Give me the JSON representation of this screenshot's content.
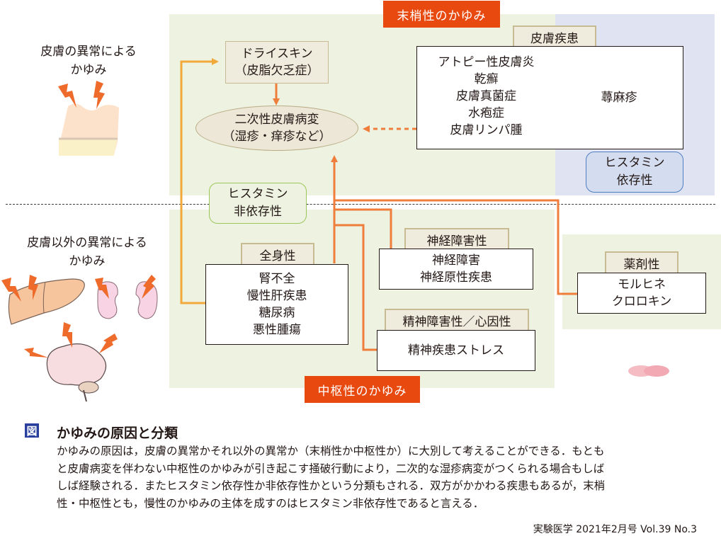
{
  "diagram": {
    "peripheral_title": "末梢性のかゆみ",
    "central_title": "中枢性のかゆみ",
    "left_labels": {
      "skin": [
        "皮膚の異常による",
        "かゆみ"
      ],
      "non_skin": [
        "皮膚以外の異常による",
        "かゆみ"
      ]
    },
    "dry_skin": [
      "ドライスキン",
      "（皮脂欠乏症）"
    ],
    "secondary_lesion": [
      "二次性皮膚病変",
      "（湿疹・痒疹など）"
    ],
    "skin_disease": {
      "tag": "皮膚疾患",
      "left_items": [
        "アトピー性皮膚炎",
        "乾癬",
        "皮膚真菌症",
        "水疱症",
        "皮膚リンパ腫"
      ],
      "right_items": [
        "蕁麻疹"
      ]
    },
    "histamine_dependent": [
      "ヒスタミン",
      "依存性"
    ],
    "histamine_independent": [
      "ヒスタミン",
      "非依存性"
    ],
    "systemic": {
      "tag": "全身性",
      "items": [
        "腎不全",
        "慢性肝疾患",
        "糖尿病",
        "悪性腫瘍"
      ]
    },
    "neuropathic": {
      "tag": "神経障害性",
      "items": [
        "神経障害",
        "神経原性疾患"
      ]
    },
    "psychogenic": {
      "tag": "精神障害性／心因性",
      "items": [
        "精神疾患ストレス"
      ]
    },
    "drug_induced": {
      "tag": "薬剤性",
      "items": [
        "モルヒネ",
        "クロロキン"
      ]
    },
    "colors": {
      "accent_orange": "#e8490f",
      "arrow_orange": "#ef7d3c",
      "arrow_yellow": "#f2a93b",
      "panel_green": "#eef3e1",
      "panel_blue": "#dfe3f2",
      "histamine_dep_border": "#4f7fc0",
      "histamine_indep_border": "#9cc55a"
    }
  },
  "caption": {
    "fig_mark": "図",
    "title": "かゆみの原因と分類",
    "lines": [
      "かゆみの原因は，皮膚の異常かそれ以外の異常か（末梢性か中枢性か）に大別して考えることができる．もとも",
      "と皮膚病変を伴わない中枢性のかゆみが引き起こす掻破行動により，二次的な湿疹病変がつくられる場合もしば",
      "しば経験される．またヒスタミン依存性か非依存性かという分類もされる．双方がかかわる疾患もあるが，末梢",
      "性・中枢性とも，慢性のかゆみの主体を成すのはヒスタミン非依存性であると言える．"
    ],
    "source": "実験医学 2021年2月号 Vol.39 No.3"
  }
}
